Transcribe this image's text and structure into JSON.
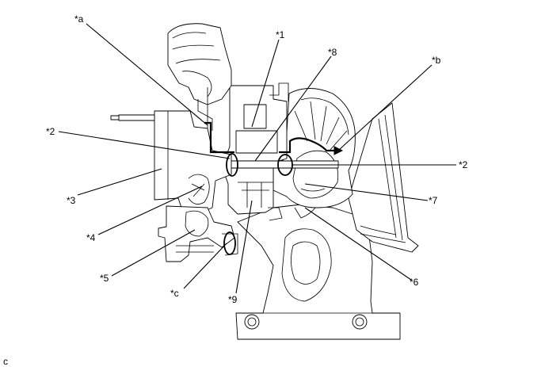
{
  "callouts": {
    "a": "*a",
    "one": "*1",
    "eight": "*8",
    "b": "*b",
    "two_left": "*2",
    "two_right": "*2",
    "three": "*3",
    "seven": "*7",
    "four": "*4",
    "five": "*5",
    "six": "*6",
    "c": "*c",
    "nine": "*9"
  },
  "figure_code": "c"
}
